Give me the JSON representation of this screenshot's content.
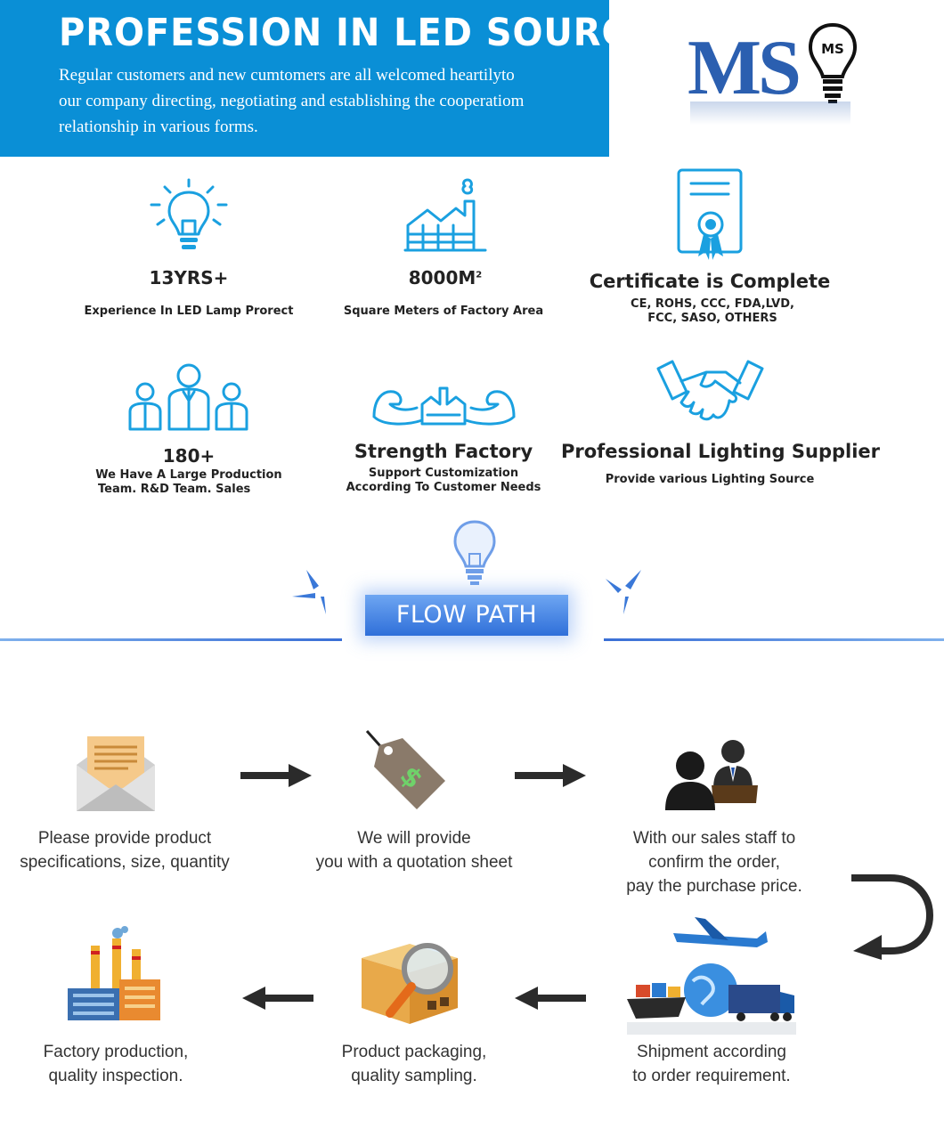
{
  "banner": {
    "title": "PROFESSION IN LED SOURCE",
    "text": "Regular customers and new cumtomers are all welcomed heartilyto our company directing, negotiating and establishing the cooperatiom relationship in various forms."
  },
  "logo": {
    "text": "MS",
    "bulb_text": "MS"
  },
  "stats": [
    {
      "icon": "lightbulb-icon",
      "value": "13YRS+",
      "desc": "Experience In LED Lamp Prorect"
    },
    {
      "icon": "factory-icon",
      "value": "8000M",
      "value_sup": "2",
      "desc": "Square Meters of Factory Area"
    },
    {
      "icon": "certificate-icon",
      "value": "Certificate is Complete",
      "desc_lines": [
        "CE, ROHS, CCC, FDA,LVD,",
        "FCC, SASO, OTHERS"
      ]
    },
    {
      "icon": "team-icon",
      "value": "180+",
      "desc_lines": [
        "We Have A Large Production",
        "Team. R&D Team. Sales"
      ]
    },
    {
      "icon": "strength-factory-icon",
      "value": "Strength Factory",
      "desc_lines": [
        "Support Customization",
        "According To Customer Needs"
      ]
    },
    {
      "icon": "handshake-icon",
      "value": "Professional Lighting Supplier",
      "desc": "Provide various Lighting Source"
    }
  ],
  "flow": {
    "title": "FLOW PATH",
    "steps": [
      {
        "icon": "envelope-icon",
        "lines": [
          "Please provide product",
          "specifications, size, quantity"
        ]
      },
      {
        "icon": "price-tag-icon",
        "lines": [
          "We will provide",
          "you with a quotation sheet"
        ]
      },
      {
        "icon": "sales-staff-icon",
        "lines": [
          "With our sales staff to",
          "confirm the order,",
          "pay the purchase price."
        ]
      },
      {
        "icon": "shipment-icon",
        "lines": [
          "Shipment according",
          "to order requirement."
        ]
      },
      {
        "icon": "packaging-icon",
        "lines": [
          "Product packaging,",
          "quality sampling."
        ]
      },
      {
        "icon": "factory-production-icon",
        "lines": [
          "Factory production,",
          "quality inspection."
        ]
      }
    ]
  },
  "colors": {
    "banner": "#0a8fd6",
    "icon": "#1aa0e0",
    "logo": "#2b5fb0",
    "flow_button": "#2f6fd9"
  }
}
